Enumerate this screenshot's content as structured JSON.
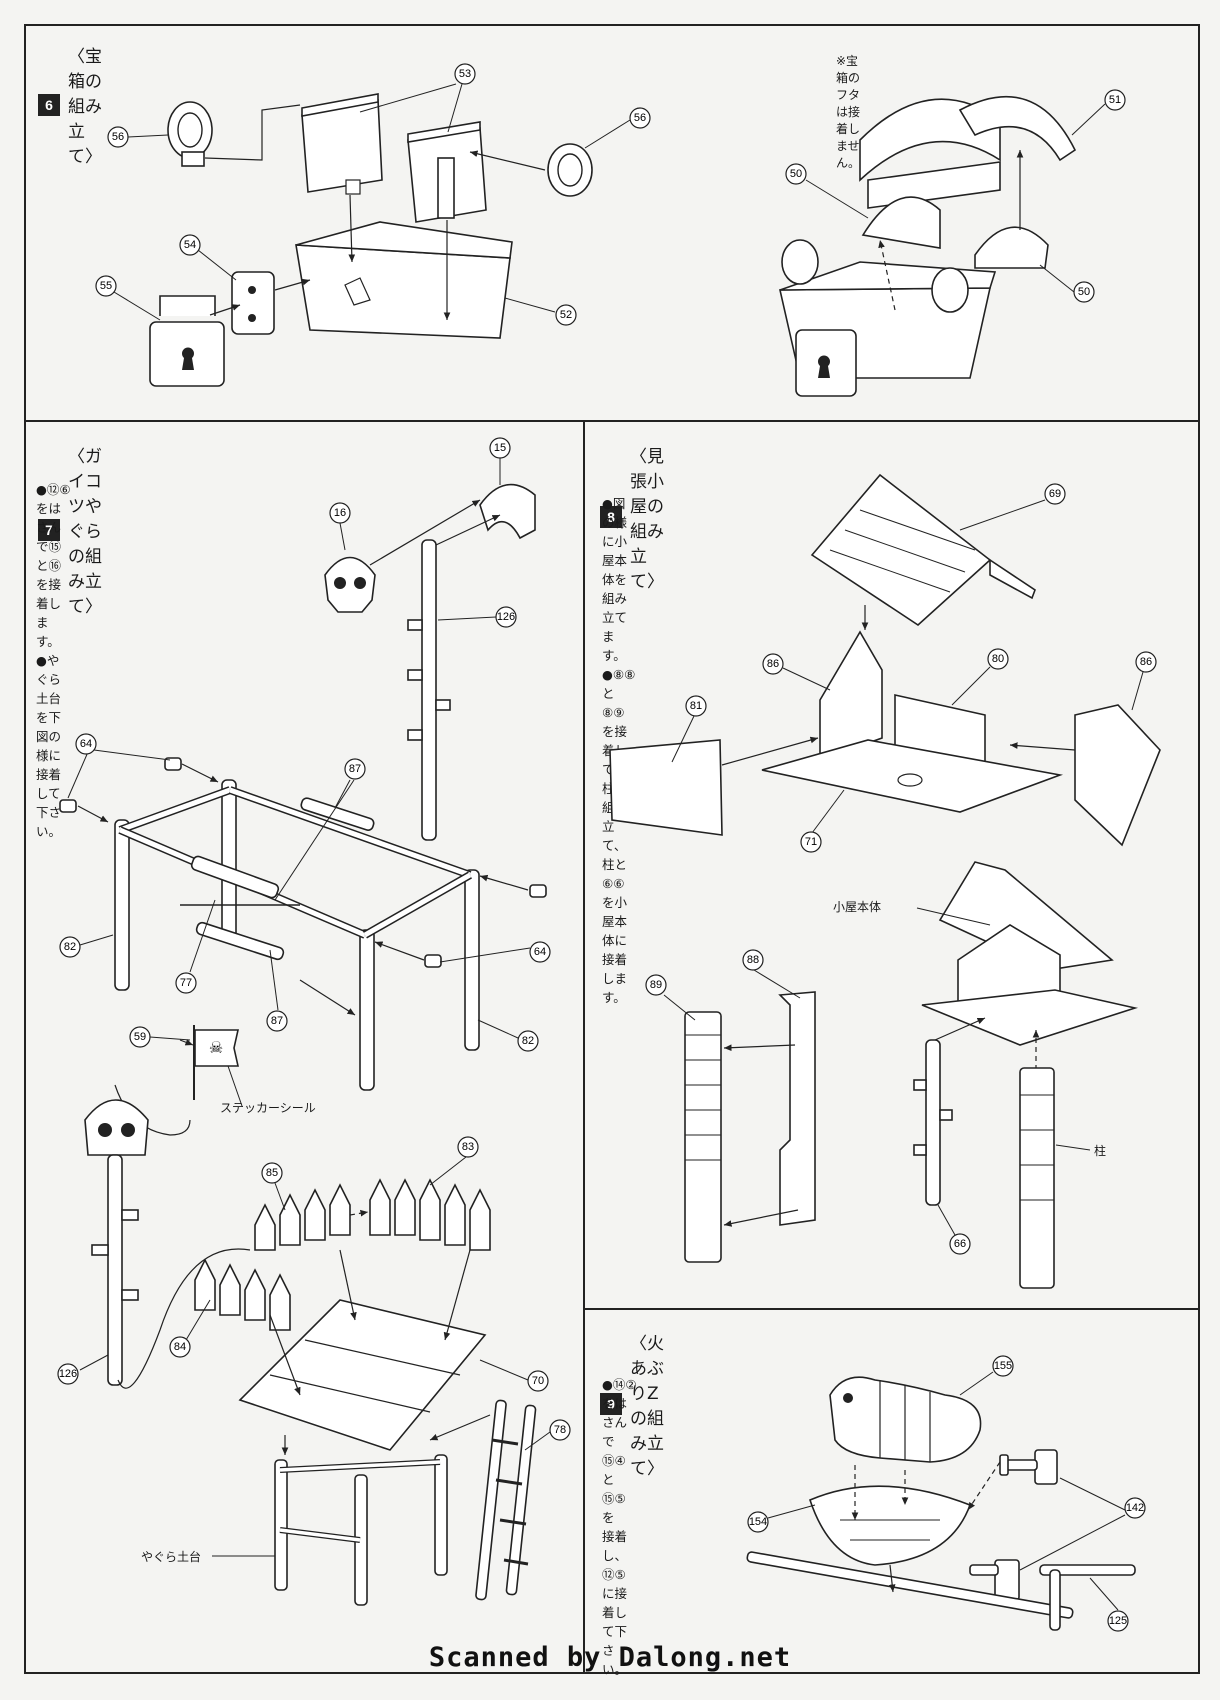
{
  "steps": {
    "s6": {
      "num": "6",
      "title": "〈宝箱の組み立て〉",
      "note": "※宝箱のフタは接着しません。",
      "labels": [
        "56",
        "53",
        "56",
        "54",
        "55",
        "52",
        "50",
        "51",
        "50"
      ]
    },
    "s7": {
      "num": "7",
      "title": "〈ガイコツやぐらの組み立て〉",
      "instructions": [
        "●⑫⑥をはさんで⑮と⑯を接着します。",
        "●やぐら土台を下図の様に接着して下さい。"
      ],
      "labels": [
        "15",
        "16",
        "126",
        "64",
        "87",
        "64",
        "82",
        "77",
        "87",
        "82",
        "59",
        "85",
        "83",
        "84",
        "126",
        "70",
        "78"
      ],
      "text_labels": {
        "sticker": "ステッカーシール",
        "base": "やぐら土台"
      }
    },
    "s8": {
      "num": "8",
      "title": "〈見張小屋の組み立て〉",
      "instructions": [
        "●図の様に小屋本体を",
        "組み立てます。",
        "●⑧⑧と⑧⑨を接着して",
        "柱を組み立て、柱と",
        "⑥⑥を小屋本体に接着",
        "します。"
      ],
      "labels": [
        "69",
        "86",
        "80",
        "86",
        "81",
        "71",
        "88",
        "89",
        "66"
      ],
      "text_labels": {
        "hut": "小屋本体",
        "pillar": "柱"
      }
    },
    "s9": {
      "num": "9",
      "title": "〈火あぶりZの組み立て〉",
      "instructions": [
        "●⑭②をはさんで⑮④と⑮⑤を",
        "接着し、⑫⑤に接着して下さ",
        "い。"
      ],
      "labels": [
        "155",
        "154",
        "142",
        "125"
      ]
    }
  },
  "footer": "Scanned by Dalong.net"
}
